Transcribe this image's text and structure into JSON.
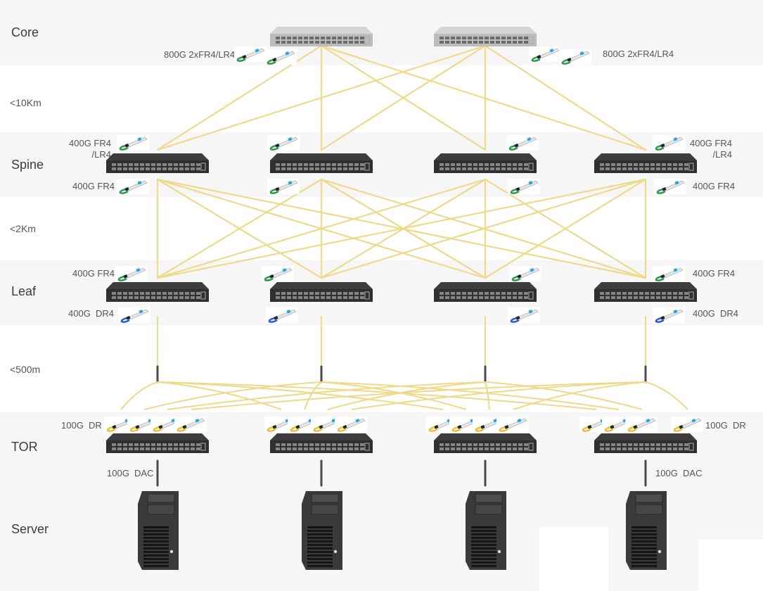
{
  "tiers": [
    {
      "id": "core",
      "label": "Core"
    },
    {
      "id": "spine",
      "label": "Spine"
    },
    {
      "id": "leaf",
      "label": "Leaf"
    },
    {
      "id": "tor",
      "label": "TOR"
    },
    {
      "id": "server",
      "label": "Server"
    }
  ],
  "distances": {
    "core_spine": "<10Km",
    "spine_leaf": "<2Km",
    "leaf_tor": "<500m"
  },
  "port_labels": {
    "core_left": "800G 2xFR4/LR4",
    "core_right": "800G 2xFR4/LR4",
    "spine_up_left_line1": "400G FR4",
    "spine_up_left_line2": "/LR4",
    "spine_up_right_line1": "400G FR4",
    "spine_up_right_line2": "/LR4",
    "spine_down_left": "400G FR4",
    "spine_down_right": "400G FR4",
    "leaf_up_left": "400G FR4",
    "leaf_up_right": "400G FR4",
    "leaf_down_left": "400G  DR4",
    "leaf_down_right": "400G  DR4",
    "tor_up_left": "100G  DR",
    "tor_up_right": "100G  DR",
    "tor_down_left": "100G  DAC",
    "tor_down_right": "100G  DAC"
  },
  "device_counts": {
    "core": 2,
    "spine": 4,
    "leaf": 4,
    "tor": 4,
    "server": 4
  },
  "module_types": {
    "800G 2xFR4/LR4": {
      "latch_color": "#2e9a4a"
    },
    "400G FR4": {
      "latch_color": "#2e9a4a"
    },
    "400G DR4": {
      "latch_color": "#2f5fd0"
    },
    "100G DR": {
      "latch_color": "#e8c23a"
    }
  },
  "colors": {
    "fiber": "#efd98a",
    "dac": "#4a4a4a",
    "band_gray": "#f6f6f6",
    "switch_body": "#2f2f31",
    "core_switch_body": "#bdbdbd"
  }
}
